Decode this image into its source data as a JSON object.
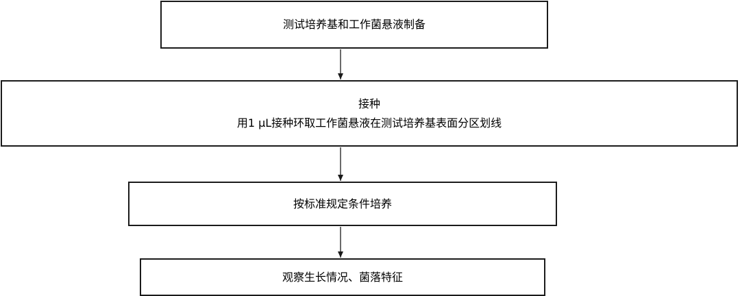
{
  "flowchart": {
    "steps": [
      {
        "lines": [
          "测试培养基和工作菌悬液制备"
        ]
      },
      {
        "lines": [
          "接种",
          "用1 μL接种环取工作菌悬液在测试培养基表面分区划线"
        ]
      },
      {
        "lines": [
          "按标准规定条件培养"
        ]
      },
      {
        "lines": [
          "观察生长情况、菌落特征"
        ]
      }
    ],
    "colors": {
      "border": "#1a1a1a",
      "arrow": "#1a1a1a",
      "background": "#ffffff"
    }
  }
}
